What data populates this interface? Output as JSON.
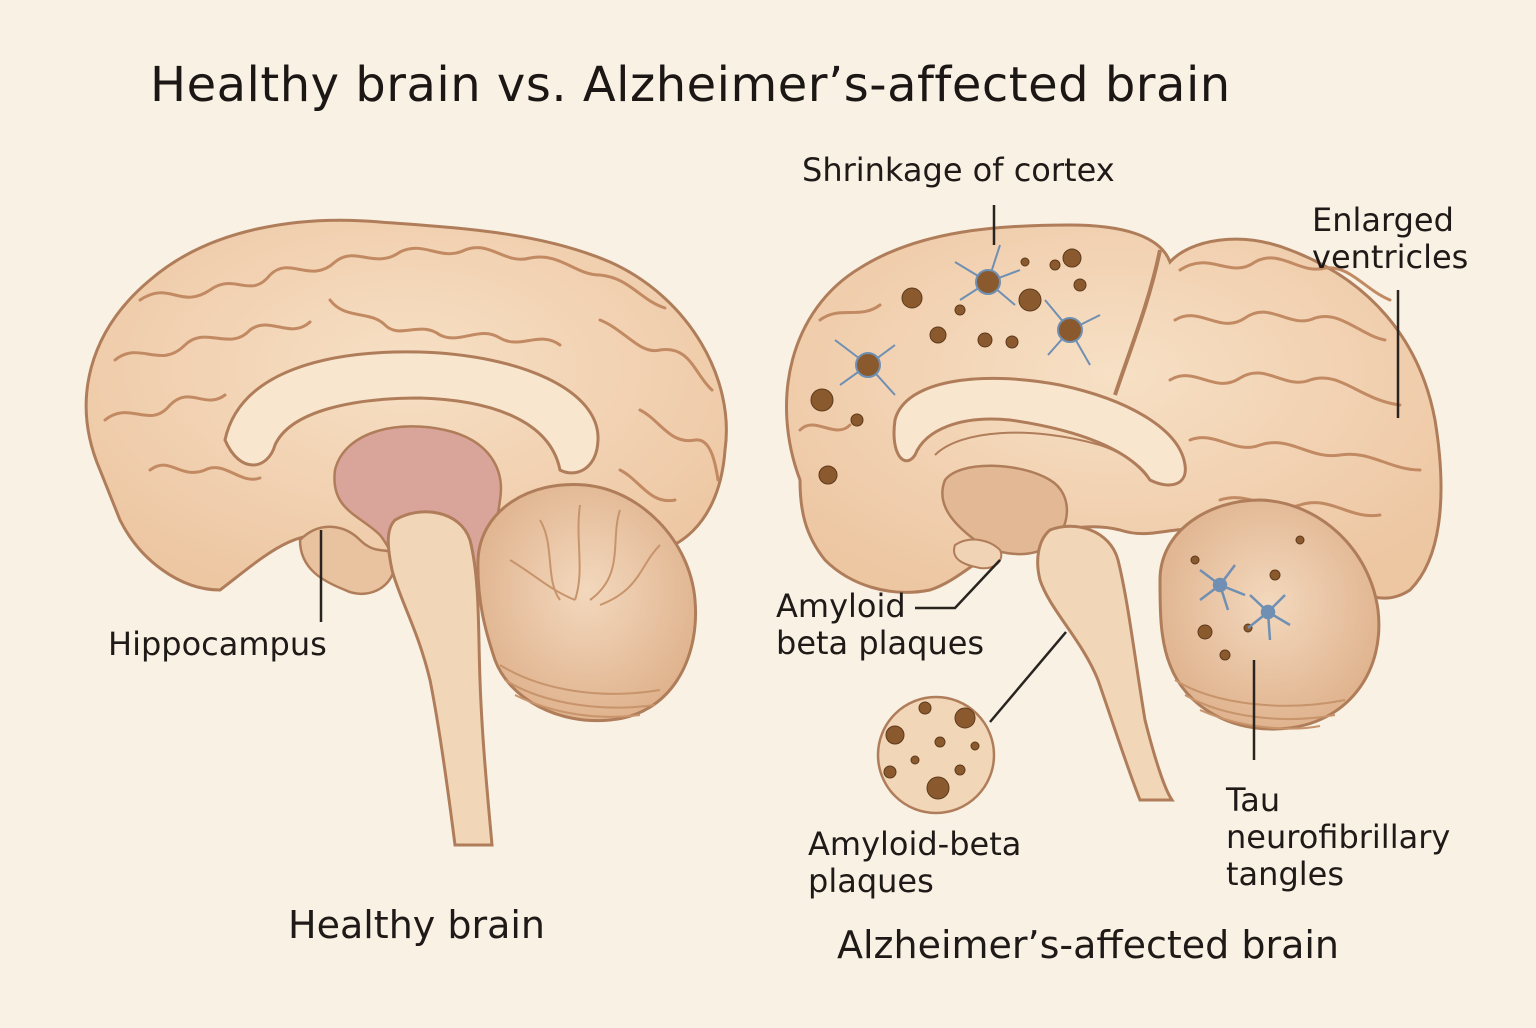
{
  "title": "Healthy brain vs. Alzheimer’s-affected brain",
  "healthy": {
    "caption": "Healthy brain",
    "labels": {
      "hippocampus": "Hippocampus"
    }
  },
  "alzheimers": {
    "caption": "Alzheimer’s-affected brain",
    "labels": {
      "cortex": "Shrinkage of cortex",
      "ventricles": "Enlarged\nventricles",
      "amyloid": "Amyloid\nbeta plaques",
      "inset": "Amyloid-beta\nplaques",
      "tau": "Tau\nneurofibrillary\ntangles"
    }
  },
  "colors": {
    "background": "#f8f1e4",
    "brain_fill": "#f2d3b4",
    "brain_outline": "#b07d5a",
    "gyri_lines": "#c28a63",
    "hippocampus_pink": "#d9a59b",
    "plaque_brown": "#8a5a2e",
    "tangle_blue": "#6f8fb3",
    "leader_line": "#2a2420"
  }
}
